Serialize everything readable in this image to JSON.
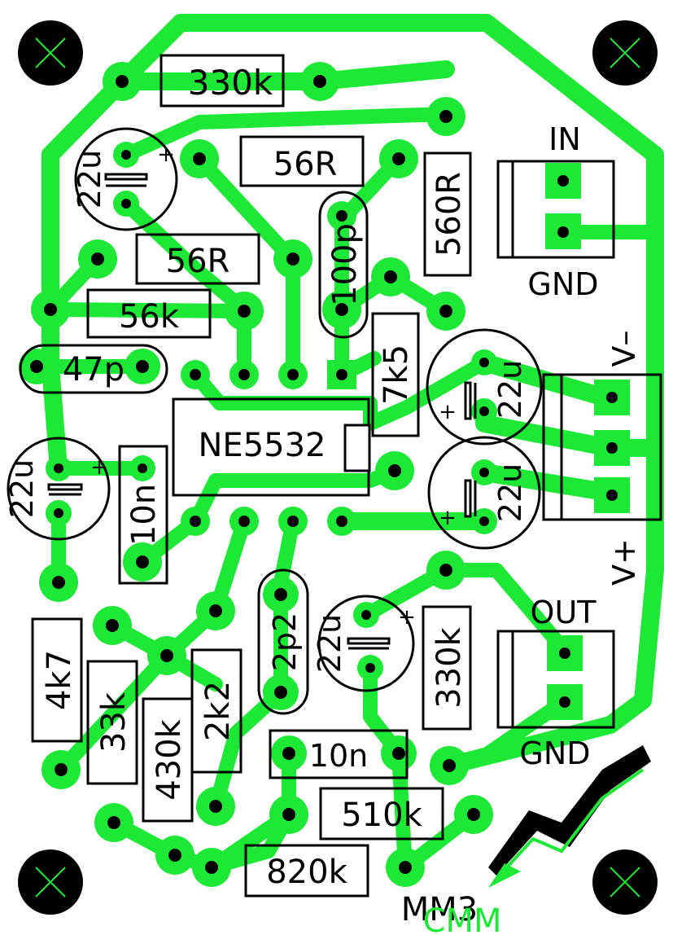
{
  "board": {
    "colors": {
      "trace": "#1ee836",
      "silk": "#000000",
      "background": "#ffffff",
      "mount_cross": "#1ee836"
    },
    "ic": {
      "label": "NE5532"
    },
    "resistors": {
      "r330k_top": "330k",
      "r56r_a": "56R",
      "r56r_b": "56R",
      "r56k": "56k",
      "r560r": "560R",
      "r7k5": "7k5",
      "r330k_right": "330k",
      "r4k7": "4k7",
      "r33k": "33k",
      "r430k": "430k",
      "r2k2": "2k2",
      "r510k": "510k",
      "r820k": "820k"
    },
    "capacitors": {
      "c47p": "47p",
      "c100p": "100p",
      "c2p2": "2p2",
      "c10n_left": "10n",
      "c10n_bottom": "10n",
      "e22u": "22u",
      "plus": "+"
    },
    "connectors": {
      "in": "IN",
      "gnd_in": "GND",
      "out": "OUT",
      "gnd_out": "GND",
      "v_minus": "V–",
      "v_plus": "V+"
    },
    "footer": {
      "board_name": "MM3",
      "overlay_text": "CMM"
    }
  }
}
